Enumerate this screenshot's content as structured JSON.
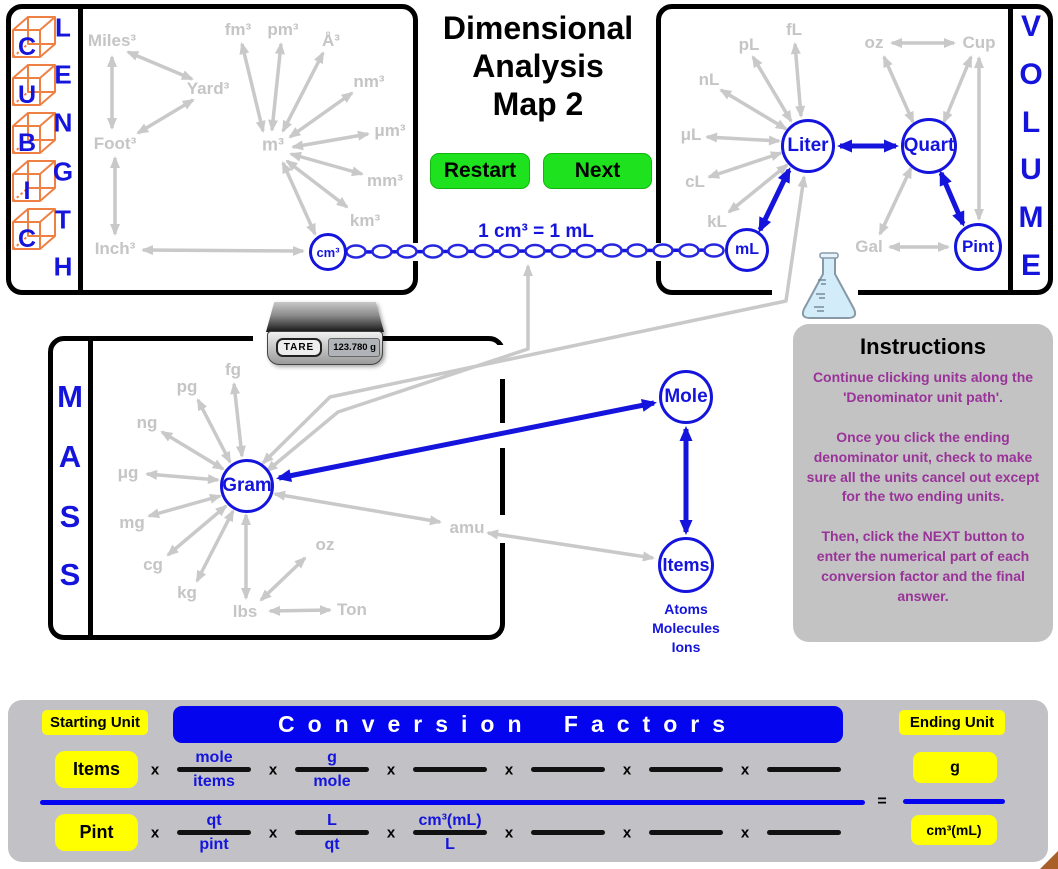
{
  "title": {
    "line1": "Dimensional",
    "line2": "Analysis",
    "line3": "Map 2"
  },
  "buttons": {
    "restart": "Restart",
    "next": "Next"
  },
  "equivalence_note": "1 cm³ = 1 mL",
  "length_panel": {
    "cubes": [
      "C",
      "U",
      "B",
      "I",
      "C"
    ],
    "word": [
      "L",
      "E",
      "N",
      "G",
      "T",
      "H"
    ],
    "units": {
      "miles": "Miles³",
      "yard": "Yard³",
      "foot": "Foot³",
      "inch": "Inch³",
      "fm": "fm³",
      "pm": "pm³",
      "angstrom": "Å³",
      "nm": "nm³",
      "m": "m³",
      "um": "μm³",
      "mm": "mm³",
      "km": "km³",
      "cm": "cm³"
    }
  },
  "volume_panel": {
    "word": [
      "V",
      "O",
      "L",
      "U",
      "M",
      "E"
    ],
    "units": {
      "pl": "pL",
      "fl": "fL",
      "nl": "nL",
      "ul": "μL",
      "cl": "cL",
      "kl": "kL",
      "oz": "oz",
      "cup": "Cup",
      "gal": "Gal",
      "liter": "Liter",
      "quart": "Quart",
      "pint": "Pint",
      "ml": "mL"
    }
  },
  "mass_panel": {
    "word": [
      "M",
      "A",
      "S",
      "S"
    ],
    "units": {
      "fg": "fg",
      "pg": "pg",
      "ng": "ng",
      "ug": "μg",
      "mg": "mg",
      "cg": "cg",
      "kg": "kg",
      "lbs": "lbs",
      "ton": "Ton",
      "oz": "oz",
      "amu": "amu",
      "gram": "Gram"
    }
  },
  "mole_items": {
    "mole": "Mole",
    "items": "Items",
    "caption": [
      "Atoms",
      "Molecules",
      "Ions"
    ]
  },
  "scale": {
    "tare": "TARE",
    "display": "123.780 g"
  },
  "instructions": {
    "title": "Instructions",
    "paragraphs": [
      "Continue clicking units along the 'Denominator unit path'.",
      "Once you click the ending denominator unit, check to make sure all the units cancel out except for the two ending units.",
      "Then, click the NEXT button to enter the numerical part of each conversion factor and the final answer."
    ]
  },
  "conversion_table": {
    "starting_unit_label": "Starting Unit",
    "title": "Conversion Factors",
    "ending_unit_label": "Ending Unit",
    "multiply": "x",
    "equals": "=",
    "numerator_row": {
      "start_unit": "Items",
      "fractions": [
        {
          "num": "mole",
          "den": "items"
        },
        {
          "num": "g",
          "den": "mole"
        },
        {
          "num": "",
          "den": ""
        },
        {
          "num": "",
          "den": ""
        },
        {
          "num": "",
          "den": ""
        },
        {
          "num": "",
          "den": ""
        }
      ]
    },
    "denominator_row": {
      "start_unit": "Pint",
      "fractions": [
        {
          "num": "qt",
          "den": "pint"
        },
        {
          "num": "L",
          "den": "qt"
        },
        {
          "num": "cm³(mL)",
          "den": "L"
        },
        {
          "num": "",
          "den": ""
        },
        {
          "num": "",
          "den": ""
        },
        {
          "num": "",
          "den": ""
        }
      ]
    },
    "ending_unit": {
      "num": "g",
      "den": "cm³(mL)"
    }
  },
  "colors": {
    "accent_blue": "#1414dd",
    "path_gray": "#c9c9c9",
    "button_green": "#1de21d",
    "highlight_yellow": "#ffff00",
    "instruction_purple": "#993399",
    "cube_orange": "#ef8044"
  }
}
